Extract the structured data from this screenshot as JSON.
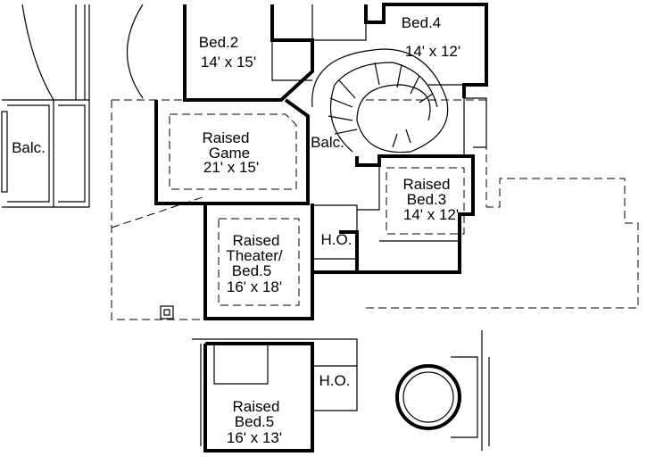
{
  "rooms": {
    "bed2": {
      "name": "Bed.2",
      "size": "14' x 15'"
    },
    "bed4": {
      "name": "Bed.4",
      "size": "14' x 12'"
    },
    "game": {
      "line1": "Raised",
      "line2": "Game",
      "size": "21' x 15'"
    },
    "balc_center": {
      "name": "Balc."
    },
    "bed3": {
      "line1": "Raised",
      "line2": "Bed.3",
      "size": "14' x 12'"
    },
    "ho_upper": {
      "name": "H.O."
    },
    "theater": {
      "line1": "Raised",
      "line2": "Theater/",
      "line3": "Bed.5",
      "size": "16' x 18'"
    },
    "balc_left": {
      "name": "Balc."
    },
    "bed5_alt": {
      "line1": "Raised",
      "line2": "Bed.5",
      "size": "16' x 13'"
    },
    "ho_lower": {
      "name": "H.O."
    }
  }
}
